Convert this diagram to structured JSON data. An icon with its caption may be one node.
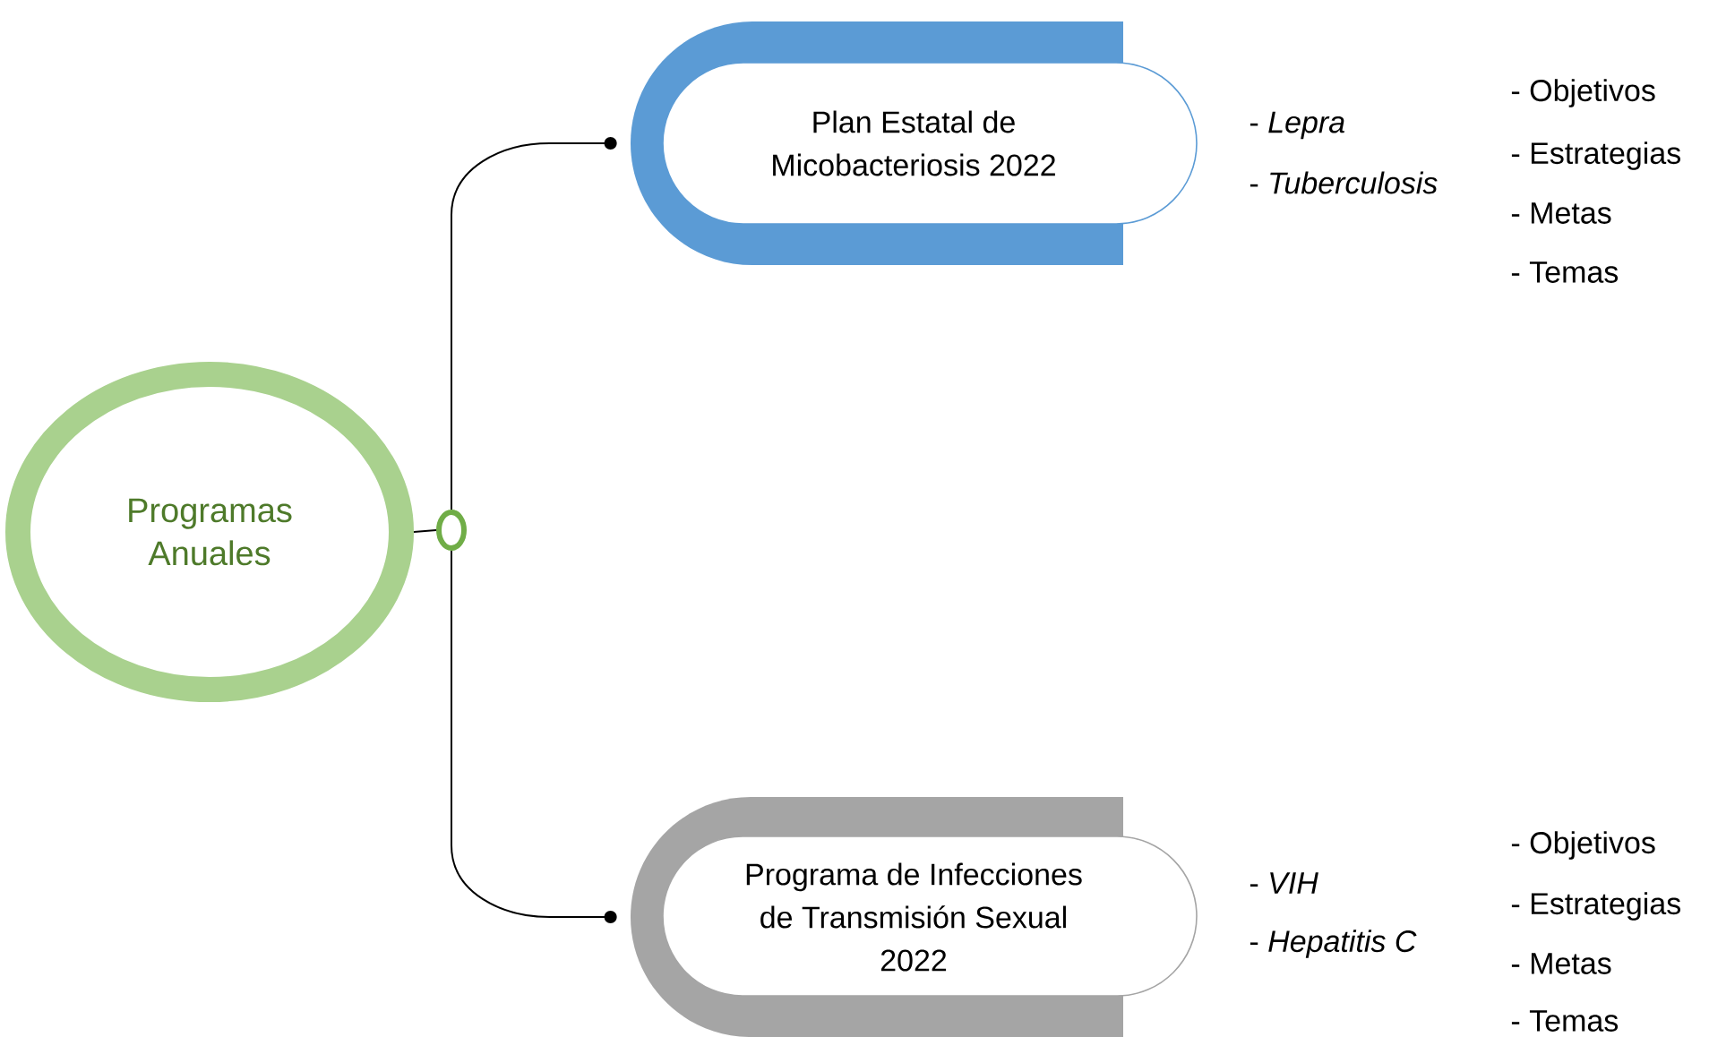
{
  "diagram": {
    "nodes": [
      {
        "text": [
          "Programas Anuales"
        ]
      },
      {
        "text": [],
        "shape": "circle"
      },
      {
        "text": [
          "Plan Estatal de Micobacteriosis 2022"
        ],
        "beside": [
          "- *Lepra*",
          "- *Tuberculosis*",
          "- Objetivos",
          "- Estrategias",
          "- Metas",
          "- Temas"
        ]
      },
      {
        "text": [
          "Programa de Infecciones de Transmisión Sexual 2022"
        ],
        "beside": [
          "- *VIH*",
          "- *Hepatitis C*",
          "- Objetivos",
          "- Estrategias",
          "- Metas",
          "- Temas"
        ]
      }
    ],
    "edges": [
      {
        "from": 0,
        "to": 1,
        "arrow": "none"
      },
      {
        "from": 1,
        "to": 2,
        "arrow": "other"
      },
      {
        "from": 1,
        "to": 3,
        "arrow": "other"
      }
    ]
  }
}
